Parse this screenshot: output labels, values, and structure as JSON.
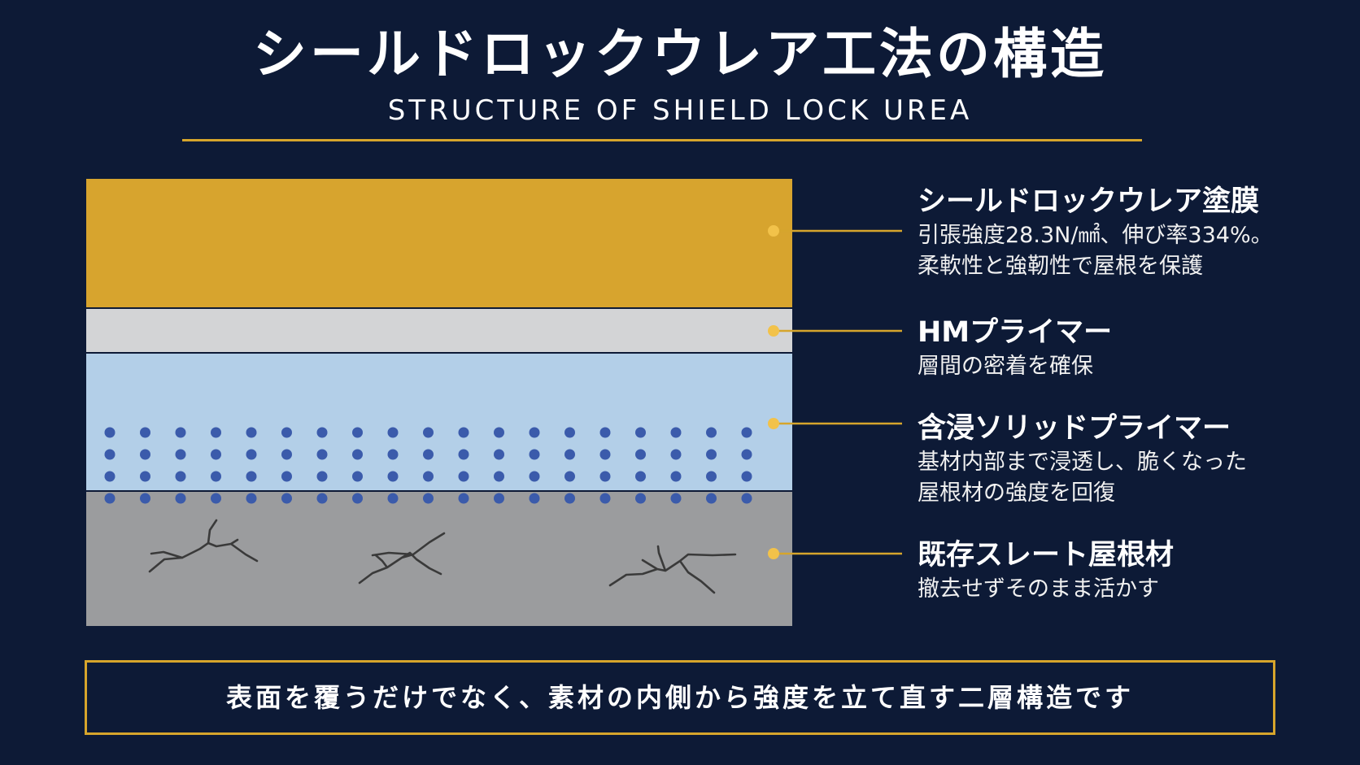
{
  "header": {
    "title": "シールドロックウレア工法の構造",
    "subtitle": "STRUCTURE OF SHIELD LOCK UREA"
  },
  "colors": {
    "background": "#0d1a36",
    "accent_gold": "#d6a52c",
    "coating": "#d7a42e",
    "hm_primer": "#d3d4d6",
    "solid_primer": "#b3cfe8",
    "slate": "#9b9c9e",
    "impregnation_dot": "#3b5bab",
    "crack": "#3a3a3a",
    "connector_dot": "#f2c24a"
  },
  "layers": [
    {
      "id": "coating",
      "title": "シールドロックウレア塗膜",
      "desc_lines": [
        "引張強度28.3N/㎟、伸び率334%。",
        "柔軟性と強靭性で屋根を保護"
      ]
    },
    {
      "id": "hm-primer",
      "title": "HMプライマー",
      "desc_lines": [
        "層間の密着を確保"
      ]
    },
    {
      "id": "solid-primer",
      "title": "含浸ソリッドプライマー",
      "desc_lines": [
        "基材内部まで浸透し、脆くなった",
        "屋根材の強度を回復"
      ]
    },
    {
      "id": "slate",
      "title": "既存スレート屋根材",
      "desc_lines": [
        "撤去せずそのまま活かす"
      ]
    }
  ],
  "icons": {
    "crack": "crack-icon",
    "impregnation": "impregnation-dot-icon",
    "connector": "connector-dot-icon"
  },
  "footer": {
    "message": "表面を覆うだけでなく、素材の内側から強度を立て直す二層構造です"
  }
}
